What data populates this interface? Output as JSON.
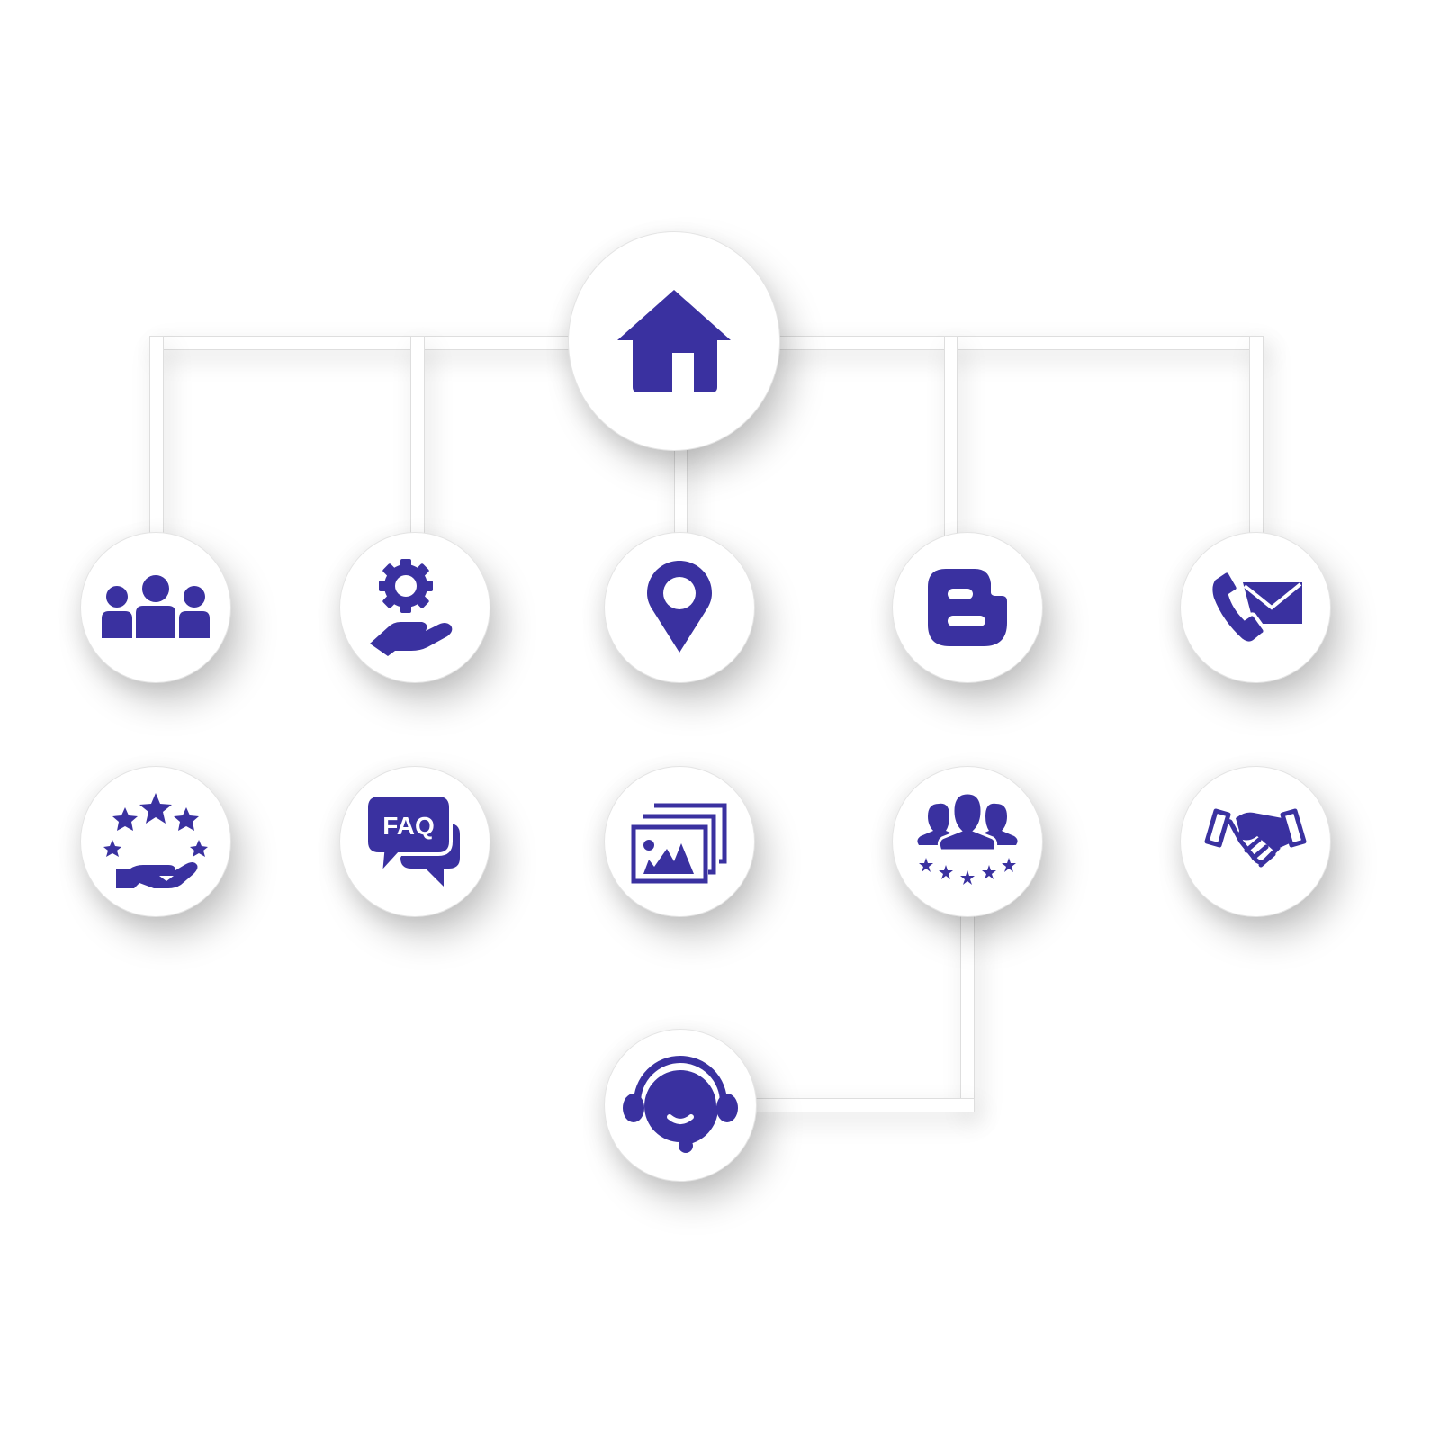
{
  "diagram": {
    "type": "sitemap-hierarchy",
    "icon_color": "#3a31a0",
    "node_color": "#ffffff",
    "connector_color": "#ffffff",
    "root": {
      "id": "home",
      "icon": "house-icon"
    },
    "row1": [
      {
        "id": "about-team",
        "icon": "people-group-icon",
        "connected_to": "home"
      },
      {
        "id": "services",
        "icon": "hand-gear-icon",
        "connected_to": "home"
      },
      {
        "id": "location",
        "icon": "map-pin-icon",
        "connected_to": "home"
      },
      {
        "id": "blog",
        "icon": "blogger-icon",
        "connected_to": "home"
      },
      {
        "id": "contact",
        "icon": "phone-mail-icon",
        "connected_to": "home"
      }
    ],
    "row2": [
      {
        "id": "reviews",
        "icon": "hand-stars-icon"
      },
      {
        "id": "faq",
        "icon": "faq-chat-icon",
        "label": "FAQ"
      },
      {
        "id": "gallery",
        "icon": "image-gallery-icon"
      },
      {
        "id": "testimonials",
        "icon": "customers-rating-icon"
      },
      {
        "id": "partners",
        "icon": "handshake-icon"
      }
    ],
    "row3": [
      {
        "id": "support",
        "icon": "headset-support-icon",
        "connected_to": "testimonials"
      }
    ]
  }
}
